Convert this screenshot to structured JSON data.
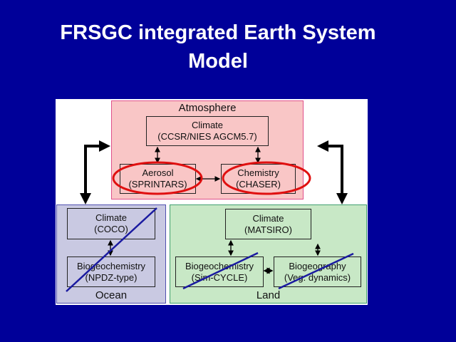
{
  "title": {
    "line1": "FRSGC integrated Earth System",
    "line2": "Model"
  },
  "atmosphere": {
    "label": "Atmosphere",
    "climate": {
      "name": "Climate",
      "model": "(CCSR/NIES AGCM5.7)"
    },
    "aerosol": {
      "name": "Aerosol",
      "model": "(SPRINTARS)"
    },
    "chemistry": {
      "name": "Chemistry",
      "model": "(CHASER)"
    }
  },
  "ocean": {
    "label": "Ocean",
    "climate": {
      "name": "Climate",
      "model": "(COCO)"
    },
    "biogeochemistry": {
      "name": "Biogeochemistry",
      "model": "(NPDZ-type)"
    }
  },
  "land": {
    "label": "Land",
    "climate": {
      "name": "Climate",
      "model": "(MATSIRO)"
    },
    "biogeochemistry": {
      "name": "Biogeochemistry",
      "model": "(Sim-CYCLE)"
    },
    "biogeography": {
      "name": "Biogeography",
      "model": "(Veg. dynamics)"
    }
  },
  "colors": {
    "background": "#000099",
    "atmosphere": "#f9c6c6",
    "ocean": "#c9c9e2",
    "land": "#c8e8c6",
    "highlight": "#e01010",
    "strike": "#1a1aa0"
  }
}
